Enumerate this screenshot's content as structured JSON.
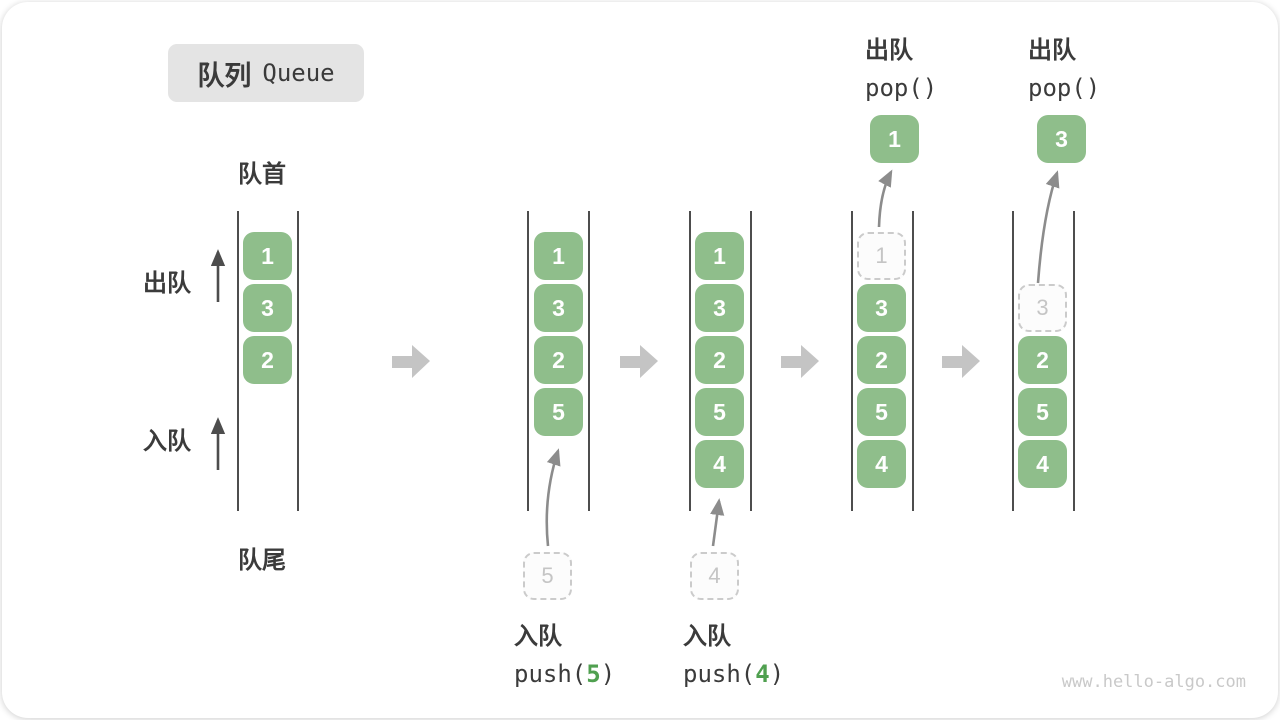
{
  "title": {
    "zh": "队列",
    "en": "Queue"
  },
  "side_labels": {
    "front": "队首",
    "rear": "队尾",
    "dequeue": "出队",
    "enqueue": "入队"
  },
  "queues": [
    {
      "cells": [
        "1",
        "3",
        "2"
      ]
    },
    {
      "cells": [
        "1",
        "3",
        "2",
        "5"
      ]
    },
    {
      "cells": [
        "1",
        "3",
        "2",
        "5",
        "4"
      ]
    },
    {
      "ghost": "1",
      "cells": [
        "3",
        "2",
        "5",
        "4"
      ]
    },
    {
      "ghost": "3",
      "cells": [
        "2",
        "5",
        "4"
      ]
    }
  ],
  "push_ops": [
    {
      "label": "入队",
      "fn_open": "push(",
      "arg": "5",
      "fn_close": ")",
      "ghost_value": "5"
    },
    {
      "label": "入队",
      "fn_open": "push(",
      "arg": "4",
      "fn_close": ")",
      "ghost_value": "4"
    }
  ],
  "pop_ops": [
    {
      "label": "出队",
      "fn": "pop()",
      "value": "1"
    },
    {
      "label": "出队",
      "fn": "pop()",
      "value": "3"
    }
  ],
  "watermark": "www.hello-algo.com",
  "colors": {
    "cell_green": "#8fbe8b",
    "code_green": "#50a050",
    "wall_gray": "#4d4d4d",
    "ghost_border": "#cbcbcb",
    "ghost_text": "#c5c5c5",
    "block_arrow": "#c4c4c4",
    "curve_arrow": "#8c8c8c",
    "label_dark": "#3b3b3b",
    "title_bg": "#e4e4e4",
    "watermark_gray": "#c9c9c9"
  }
}
